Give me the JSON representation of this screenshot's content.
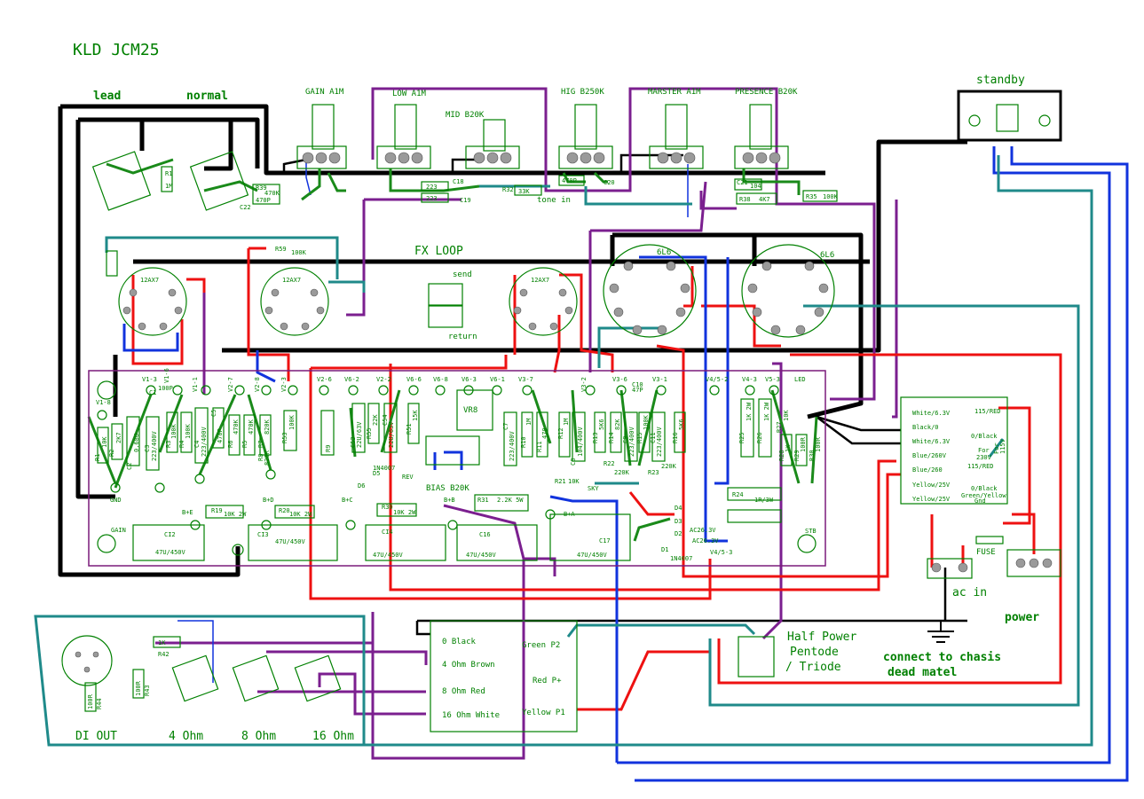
{
  "title": "KLD JCM25",
  "switches": {
    "lead": "lead",
    "normal": "normal",
    "standby": "standby",
    "power": "power",
    "ac_in": "ac in",
    "fuse": "FUSE",
    "half_power": [
      "Half Power",
      "Pentode",
      "/ Triode"
    ]
  },
  "pots": [
    {
      "id": "gain",
      "label": "GAIN A1M"
    },
    {
      "id": "low",
      "label": "LOW A1M"
    },
    {
      "id": "mid",
      "label": "MID B20K"
    },
    {
      "id": "hig",
      "label": "HIG B250K"
    },
    {
      "id": "master",
      "label": "MARSTER A1M"
    },
    {
      "id": "presence",
      "label": "PRESENCE B20K"
    }
  ],
  "tubes": {
    "v1": "12AX7",
    "v2": "12AX7",
    "v3": "12AX7",
    "v4": "6L6",
    "v5": "6L6"
  },
  "fx_loop": {
    "title": "FX LOOP",
    "send": "send",
    "return": "return"
  },
  "tone_in": "tone in",
  "top_parts": [
    "223",
    "223",
    "C18",
    "C19",
    "R32",
    "33K",
    "470P",
    "C20",
    "R35",
    "100K",
    "R38",
    "4K7",
    "C21",
    "104",
    "R39",
    "470K",
    "470P",
    "C22",
    "R1",
    "1M"
  ],
  "board_pins": [
    "V1-3",
    "V1-6",
    "V1-1",
    "V2-7",
    "V2-8",
    "V2-3",
    "V2-6",
    "V6-2",
    "V2-2",
    "V6-6",
    "V6-8",
    "V6-3",
    "V6-1",
    "V3-7",
    "V3-2",
    "V3-6",
    "V3-1",
    "V4/5-2",
    "V4-3",
    "V5-3",
    "V1-8",
    "GND"
  ],
  "board_parts": [
    "R1",
    "10K",
    "R2",
    "2K7",
    "C1",
    "100P",
    "C2",
    "0.68U",
    "C3",
    "223/400V",
    "R3",
    "100K",
    "R4",
    "100K",
    "C4",
    "223/400V",
    "C5",
    "470P",
    "R6",
    "470K",
    "R5",
    "470K",
    "R7",
    "820K",
    "R53",
    "100K",
    "R8",
    "820R",
    "R59",
    "100K",
    "C53",
    "22U/63V",
    "R55",
    "22K",
    "C54",
    "22U/63V",
    "R51",
    "15K",
    "VR8",
    "BIAS B20K",
    "1N4007",
    "D5",
    "D6",
    "REV",
    "R9",
    "C7",
    "223/400V",
    "R10",
    "1M",
    "R11",
    "470",
    "R12",
    "1M",
    "C8",
    "104/400V",
    "R13",
    "5K6",
    "R14",
    "82K",
    "C9",
    "223/400V",
    "R15",
    "100K",
    "C10",
    "47P",
    "C11",
    "223/400V",
    "R16",
    "5K6",
    "R21",
    "10K",
    "R22",
    "220K",
    "R23",
    "220K",
    "SKY",
    "R25",
    "1K 2W",
    "R26",
    "1K 2W",
    "R27",
    "10K",
    "R28",
    "1K",
    "R29",
    "100R",
    "R30",
    "100R",
    "R24",
    "1R/3W",
    "LED",
    "STB",
    "B+C",
    "B+D",
    "B+E",
    "B+A",
    "B+B",
    "R19",
    "10K 2W",
    "R20",
    "10K 2W",
    "R30",
    "10K 2W",
    "R31",
    "2.2K 5W",
    "CI2",
    "47U/450V",
    "CI3",
    "47U/450V",
    "CI4",
    "47U/450V",
    "C16",
    "47U/450V",
    "C17",
    "47U/450V",
    "D1",
    "D2",
    "D3",
    "D4",
    "1N4007",
    "AC26.3V",
    "AC26.3V",
    "GAIN",
    "V4/5-3"
  ],
  "transformer_power": [
    "White/6.3V",
    "115/RED",
    "Black/0",
    "White/6.3V",
    "0/Black",
    "Blue/260V",
    "For",
    "230V",
    "115/RED",
    "For",
    "115V",
    "Blue/260",
    "Yellow/25V",
    "0/Black",
    "Yellow/25V",
    "Green/Yellow",
    "Gnd"
  ],
  "output_transformer": {
    "secondary": [
      "0 Black",
      "4 Ohm Brown",
      "8 Ohm Red",
      "16 Ohm White"
    ],
    "primary": [
      "Green P2",
      "Red P+",
      "Yellow P1"
    ]
  },
  "outputs": {
    "di": "DI OUT",
    "jacks": [
      "4 Ohm",
      "8 Ohm",
      "16 Ohm"
    ],
    "parts": [
      "1K",
      "R42",
      "100R",
      "R44",
      "100R",
      "R43"
    ]
  },
  "chassis_note": [
    "connect to chasis",
    "dead matel"
  ],
  "colors": {
    "label": "#008000",
    "board": "#7a1a7a",
    "wire_black": "#000000",
    "wire_red": "#ee1111",
    "wire_blue": "#1133dd",
    "wire_purple": "#7b1f8f",
    "wire_teal": "#1f8a8a",
    "wire_green": "#1a8a1a"
  }
}
